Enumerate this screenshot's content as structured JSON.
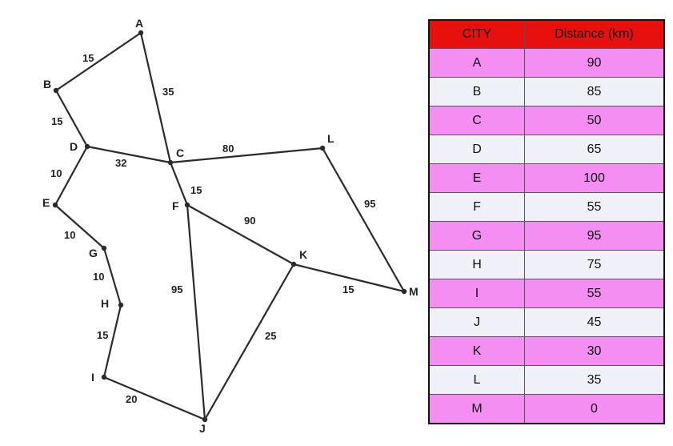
{
  "graph": {
    "nodes": [
      {
        "id": "A",
        "label": "A"
      },
      {
        "id": "B",
        "label": "B"
      },
      {
        "id": "C",
        "label": "C"
      },
      {
        "id": "D",
        "label": "D"
      },
      {
        "id": "E",
        "label": "E"
      },
      {
        "id": "F",
        "label": "F"
      },
      {
        "id": "G",
        "label": "G"
      },
      {
        "id": "H",
        "label": "H"
      },
      {
        "id": "I",
        "label": "I"
      },
      {
        "id": "J",
        "label": "J"
      },
      {
        "id": "K",
        "label": "K"
      },
      {
        "id": "L",
        "label": "L"
      },
      {
        "id": "M",
        "label": "M"
      }
    ],
    "edges": [
      {
        "from": "A",
        "to": "B",
        "weight": "15"
      },
      {
        "from": "A",
        "to": "C",
        "weight": "35"
      },
      {
        "from": "B",
        "to": "D",
        "weight": "15"
      },
      {
        "from": "D",
        "to": "C",
        "weight": "32"
      },
      {
        "from": "D",
        "to": "E",
        "weight": "10"
      },
      {
        "from": "C",
        "to": "L",
        "weight": "80"
      },
      {
        "from": "C",
        "to": "F",
        "weight": "15"
      },
      {
        "from": "E",
        "to": "G",
        "weight": "10"
      },
      {
        "from": "G",
        "to": "H",
        "weight": "10"
      },
      {
        "from": "H",
        "to": "I",
        "weight": "15"
      },
      {
        "from": "I",
        "to": "J",
        "weight": "20"
      },
      {
        "from": "F",
        "to": "J",
        "weight": "95"
      },
      {
        "from": "F",
        "to": "K",
        "weight": "90"
      },
      {
        "from": "K",
        "to": "J",
        "weight": "25"
      },
      {
        "from": "K",
        "to": "M",
        "weight": "15"
      },
      {
        "from": "L",
        "to": "M",
        "weight": "95"
      }
    ]
  },
  "table": {
    "headers": [
      "CITY",
      "Distance (km)"
    ],
    "rows": [
      [
        "A",
        "90"
      ],
      [
        "B",
        "85"
      ],
      [
        "C",
        "50"
      ],
      [
        "D",
        "65"
      ],
      [
        "E",
        "100"
      ],
      [
        "F",
        "55"
      ],
      [
        "G",
        "95"
      ],
      [
        "H",
        "75"
      ],
      [
        "I",
        "55"
      ],
      [
        "J",
        "45"
      ],
      [
        "K",
        "30"
      ],
      [
        "L",
        "35"
      ],
      [
        "M",
        "0"
      ]
    ]
  },
  "colors": {
    "header_bg": "#e8100c",
    "row_pink": "#f58ef2",
    "row_light": "#f0f0f8",
    "edge": "#2b2b2b"
  }
}
